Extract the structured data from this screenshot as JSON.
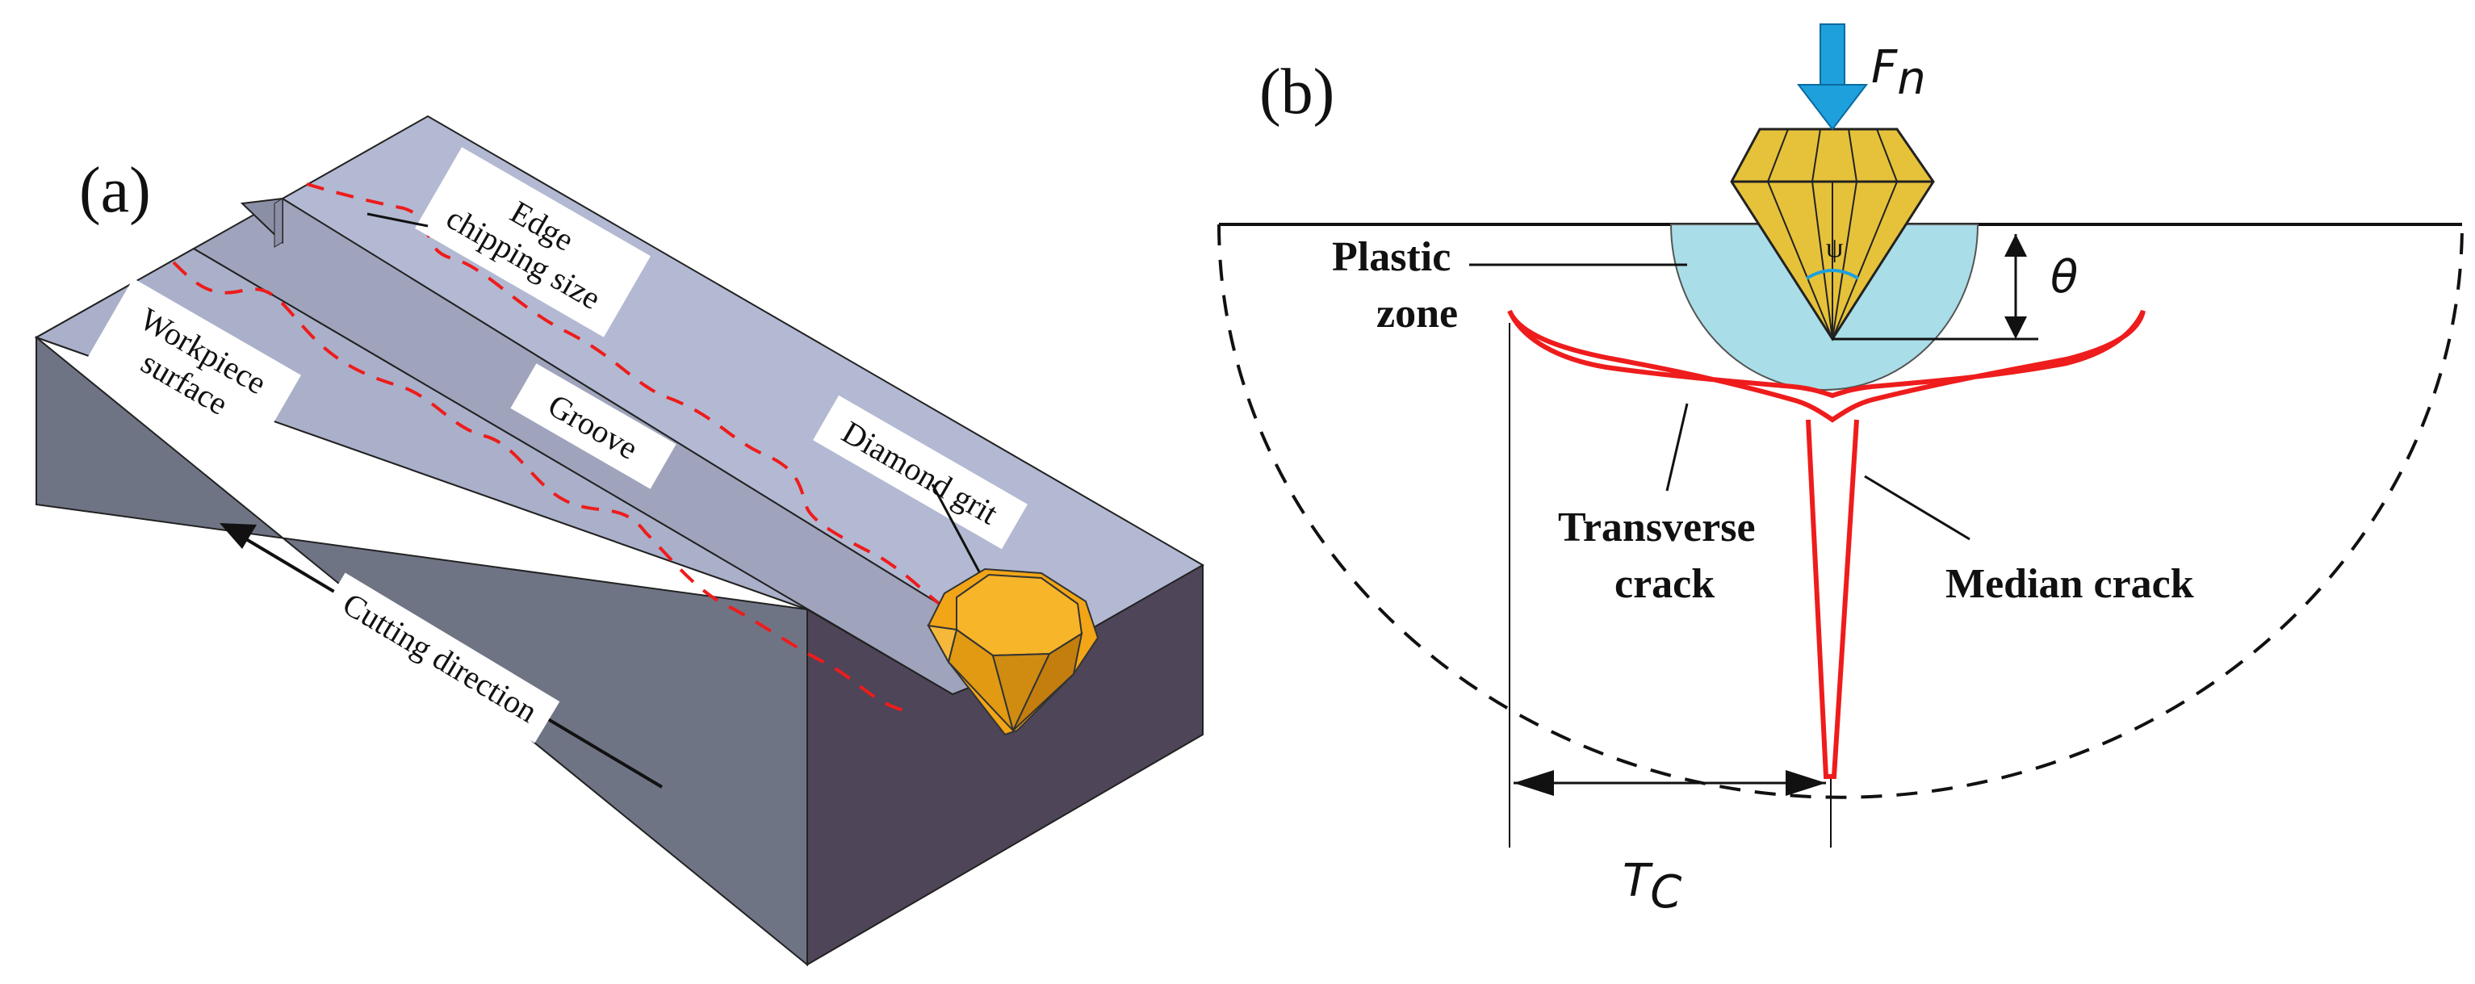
{
  "panel_a": {
    "label": "(a)",
    "labels": {
      "workpiece_surface": [
        "Workpiece",
        "surface"
      ],
      "edge_chipping": [
        "Edge",
        "chipping size"
      ],
      "groove": "Groove",
      "diamond_grit": "Diamond grit",
      "cutting_direction": "Cutting direction"
    }
  },
  "panel_b": {
    "label": "(b)",
    "force_symbol": "F",
    "force_subscript": "n",
    "angle_symbol": "θ",
    "apex_symbol": "ψ",
    "plastic_zone": [
      "Plastic",
      "zone"
    ],
    "transverse_crack": [
      "Transverse",
      "crack"
    ],
    "median_crack": "Median crack",
    "tc_symbol": "T",
    "tc_subscript": "C"
  },
  "colors": {
    "crack_red": "#ee1c1c",
    "plastic_zone_fill": "#a9dde8",
    "force_arrow": "#1ea0dc",
    "diamond_gold": "#e6c23a",
    "grit_orange": "#f2a516",
    "block_top": "#a9afc8",
    "block_front": "#6f7485",
    "block_side": "#4f4558"
  }
}
